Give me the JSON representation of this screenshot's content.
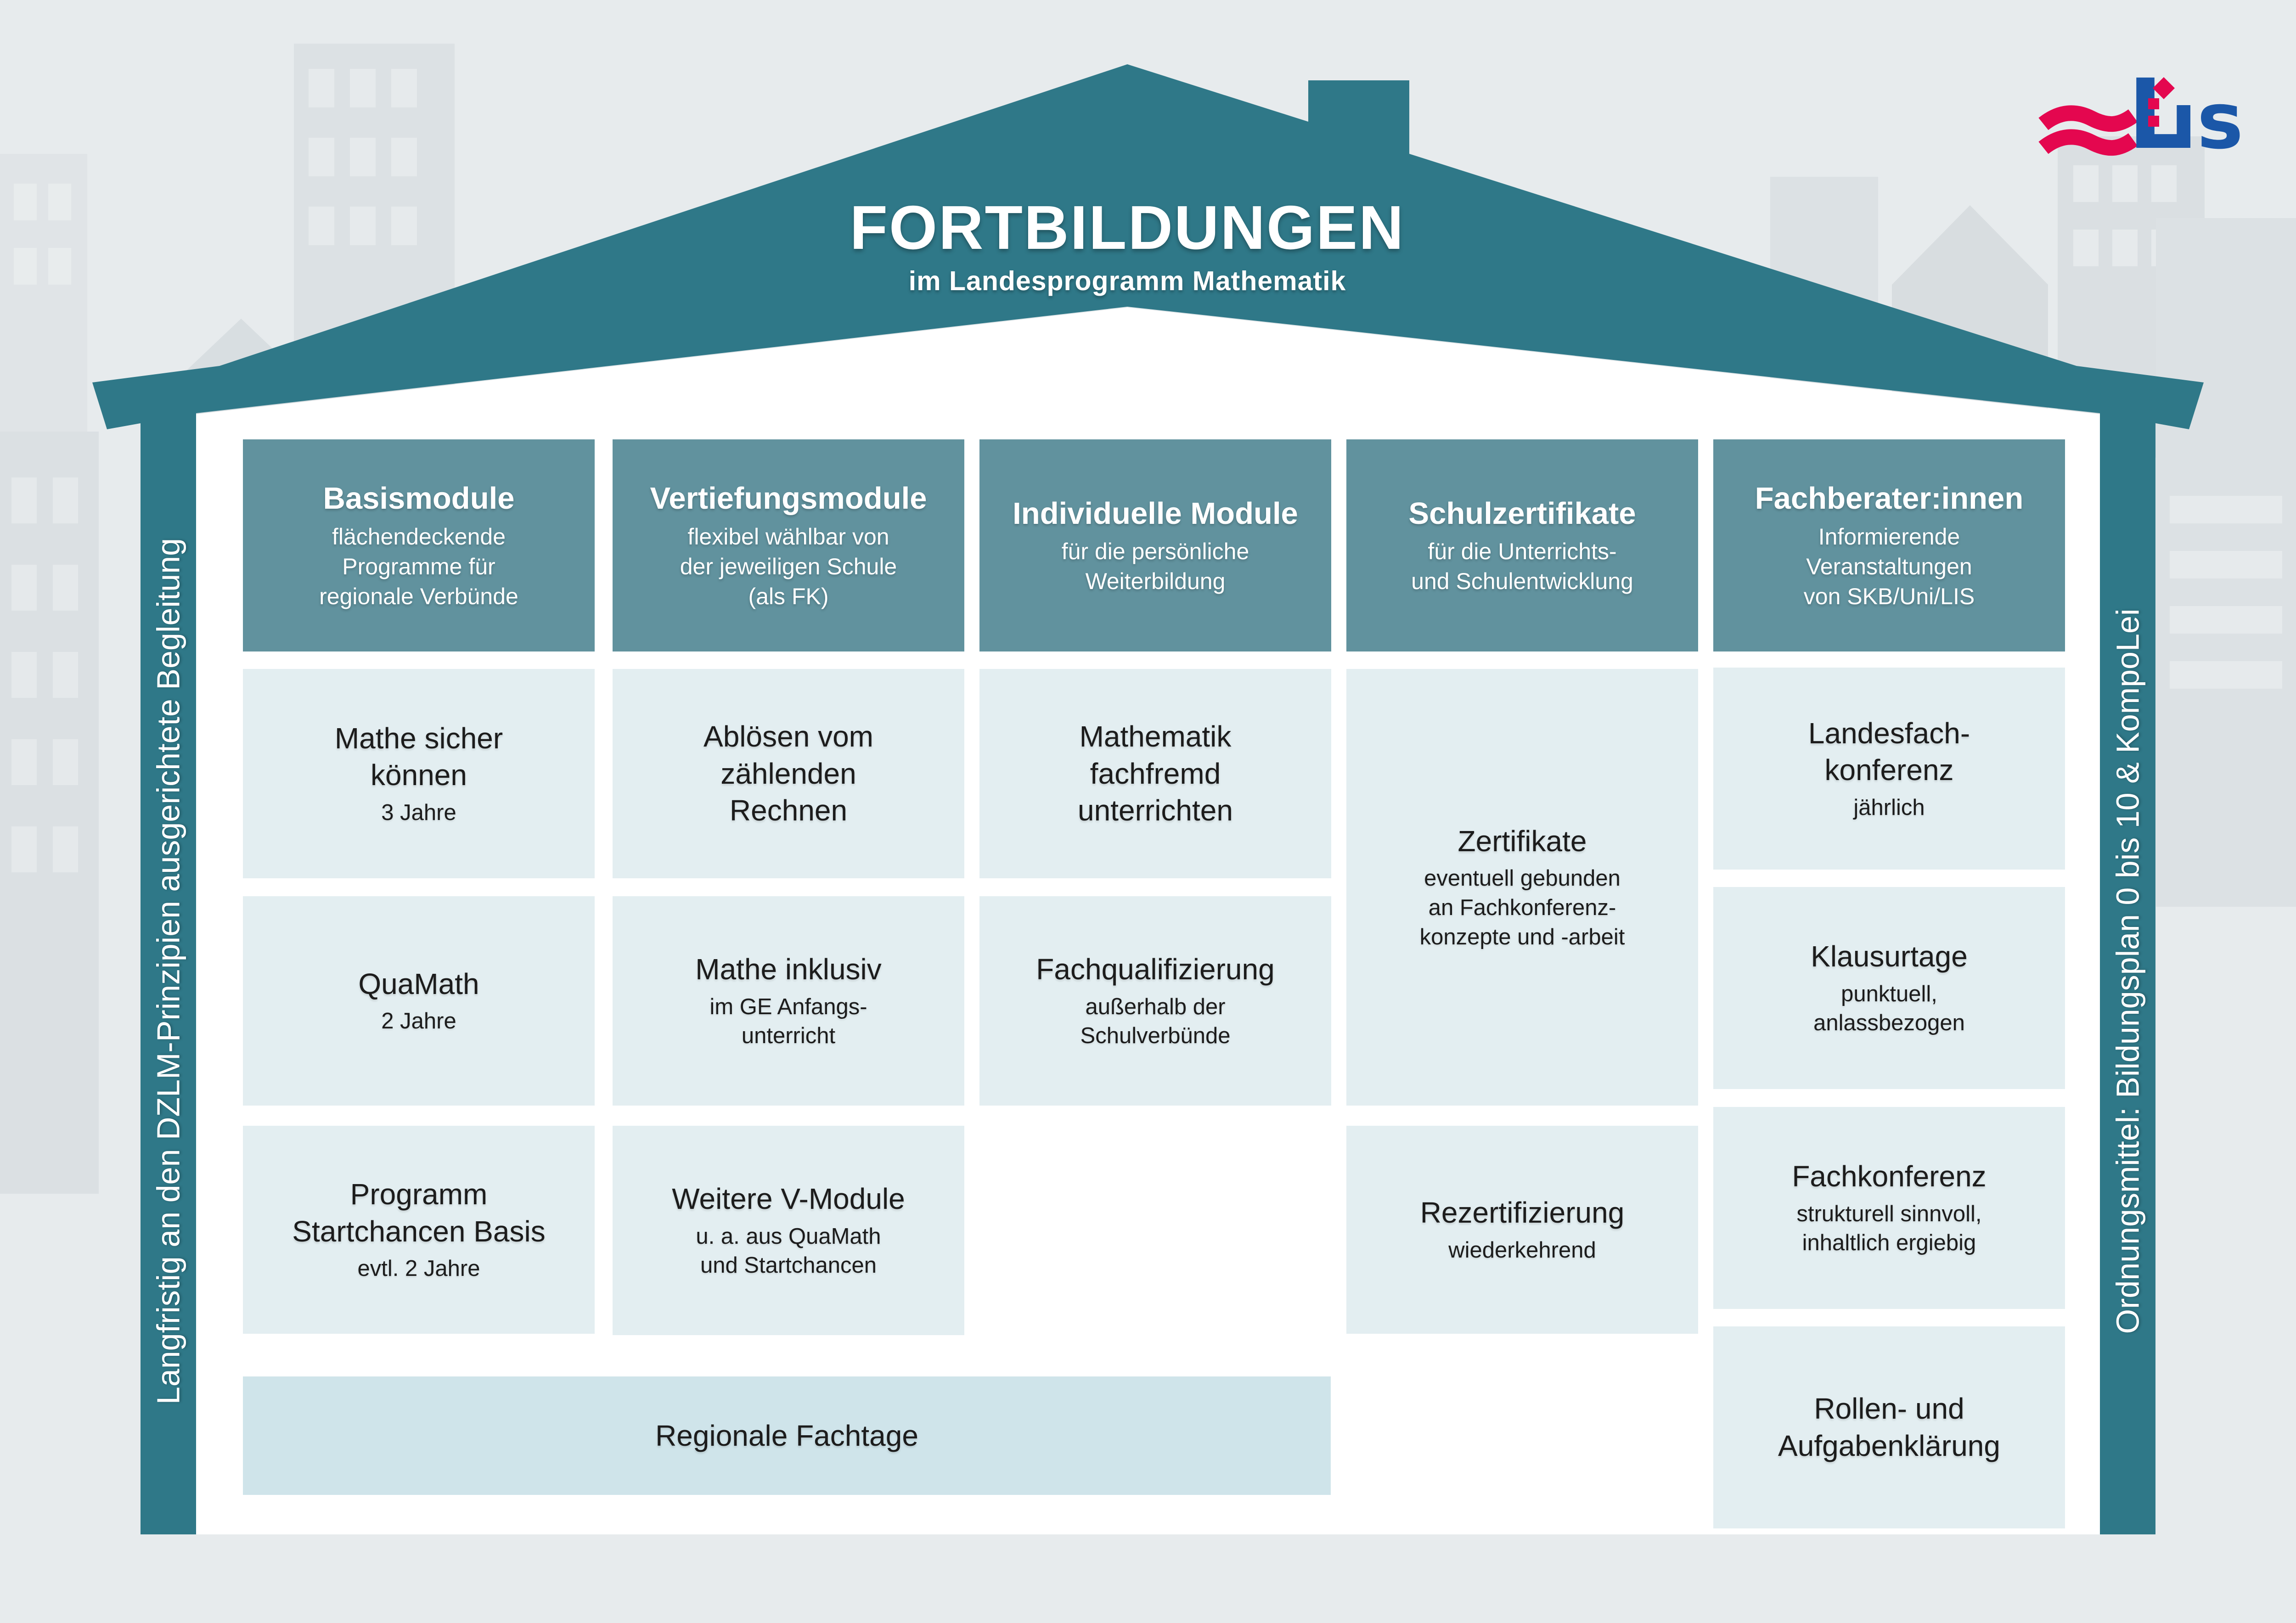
{
  "poster": {
    "title": "FORTBILDUNGEN",
    "subtitle": "im Landesprogramm Mathematik"
  },
  "logo": {
    "brand": "LIS",
    "letter_l": "L",
    "letters_is": "ıs"
  },
  "pillars": {
    "left": "Langfristig an den DZLM-Prinzipien ausgerichtete Begleitung",
    "right": "Ordnungsmittel: Bildungsplan 0 bis 10 & KompoLei"
  },
  "columns": [
    {
      "header": {
        "title": "Basismodule",
        "subtitle": "flächendeckende\nProgramme für\nregionale Verbünde"
      },
      "cells": [
        {
          "title": "Mathe sicher\nkönnen",
          "subtitle": "3 Jahre"
        },
        {
          "title": "QuaMath",
          "subtitle": "2 Jahre"
        },
        {
          "title": "Programm\nStartchancen Basis",
          "subtitle": "evtl. 2 Jahre"
        }
      ]
    },
    {
      "header": {
        "title": "Vertiefungsmodule",
        "subtitle": "flexibel wählbar von\nder jeweiligen Schule\n(als FK)"
      },
      "cells": [
        {
          "title": "Ablösen vom\nzählenden\nRechnen",
          "subtitle": ""
        },
        {
          "title": "Mathe inklusiv",
          "subtitle": "im GE Anfangs-\nunterricht"
        },
        {
          "title": "Weitere V-Module",
          "subtitle": "u. a. aus QuaMath\nund Startchancen"
        }
      ]
    },
    {
      "header": {
        "title": "Individuelle Module",
        "subtitle": "für die persönliche\nWeiterbildung"
      },
      "cells": [
        {
          "title": "Mathematik\nfachfremd\nunterrichten",
          "subtitle": ""
        },
        {
          "title": "Fachqualifizierung",
          "subtitle": "außerhalb der\nSchulverbünde"
        }
      ]
    },
    {
      "header": {
        "title": "Schulzertifikate",
        "subtitle": "für die Unterrichts-\nund Schulentwicklung"
      },
      "cells": [
        {
          "title": "Zertifikate",
          "subtitle": "eventuell gebunden\nan Fachkonferenz-\nkonzepte und -arbeit"
        },
        {
          "title": "Rezertifizierung",
          "subtitle": "wiederkehrend"
        }
      ]
    },
    {
      "header": {
        "title": "Fachberater:innen",
        "subtitle": "Informierende\nVeranstaltungen\nvon SKB/Uni/LIS"
      },
      "cells": [
        {
          "title": "Landesfach-\nkonferenz",
          "subtitle": "jährlich"
        },
        {
          "title": "Klausurtage",
          "subtitle": "punktuell,\nanlassbezogen"
        },
        {
          "title": "Fachkonferenz",
          "subtitle": "strukturell sinnvoll,\ninhaltlich ergiebig"
        },
        {
          "title": "Rollen- und\nAufgabenklärung",
          "subtitle": ""
        }
      ]
    }
  ],
  "footer_bar": {
    "label": "Regionale Fachtage"
  },
  "colors": {
    "background": "#e7ebed",
    "roof_teal": "#2f7888",
    "header_teal": "#61929e",
    "cell_bg": "#e3eef1",
    "band_bg": "#cfe4ea",
    "text_dark": "#1c1c1c",
    "text_white": "#ffffff",
    "building_gray": "#d9dee1",
    "logo_red": "#e4074f",
    "logo_blue": "#1b57a8"
  }
}
